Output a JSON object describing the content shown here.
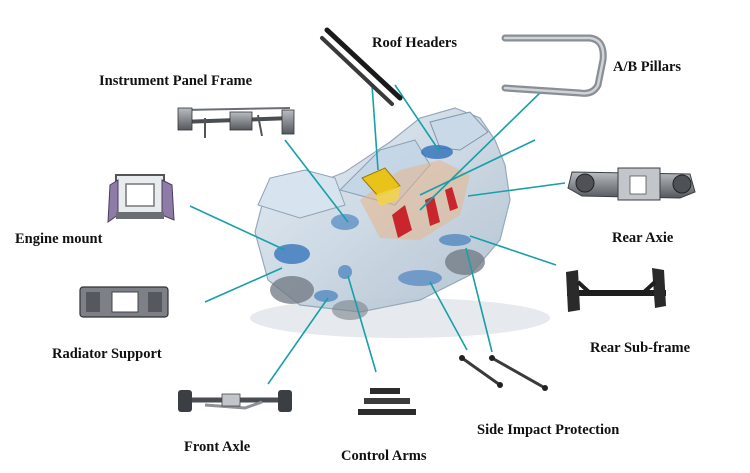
{
  "labels": {
    "roof_headers": "Roof Headers",
    "ab_pillars": "A/B Pillars",
    "instrument_panel_frame": "Instrument Panel Frame",
    "engine_mount": "Engine mount",
    "rear_axle": "Rear Axie",
    "radiator_support": "Radiator Support",
    "rear_sub_frame": "Rear Sub-frame",
    "front_axle": "Front Axle",
    "control_arms": "Control Arms",
    "side_impact_protection": "Side Impact Protection"
  },
  "colors": {
    "leader_line": "#17a0a8",
    "highlight_yellow": "#e9c21a",
    "highlight_red": "#c8262c",
    "highlight_blue": "#2e6fb8",
    "car_body": "#c9d8e6",
    "part_metal": "#6b6f74"
  }
}
